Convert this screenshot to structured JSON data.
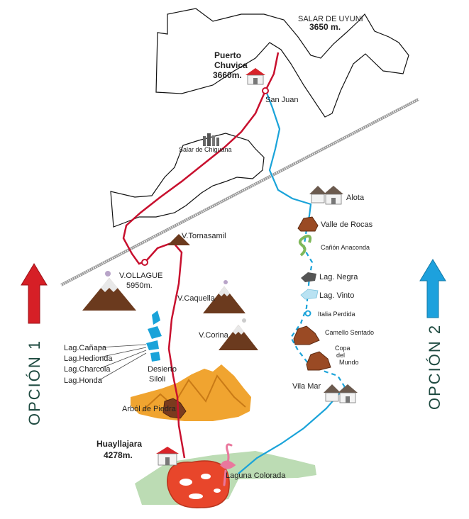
{
  "places": {
    "salar_uyuni": "SALAR DE UYUNI",
    "salar_uyuni_alt": "3650 m.",
    "puerto_chuvica_1": "Puerto",
    "puerto_chuvica_2": "Chuvica",
    "puerto_chuvica_alt": "3660m.",
    "san_juan": "San Juan",
    "salar_chiguana": "Salar de Chiguana",
    "alota": "Alota",
    "valle_rocas": "Valle de Rocas",
    "canon_anaconda": "Cañón Anaconda",
    "lag_negra": "Lag. Negra",
    "lag_vinto": "Lag. Vinto",
    "italia_perdida": "Italia Perdida",
    "camello_sentado": "Camello Sentado",
    "copa_1": "Copa",
    "copa_2": "del",
    "copa_3": "Mundo",
    "vila_mar": "Vila Mar",
    "v_tornasamil": "V.Tornasamil",
    "v_ollague": "V.OLLAGUE",
    "v_ollague_alt": "5950m.",
    "v_caquella": "V.Caquella",
    "v_corina": "V.Corina",
    "lag_canapa": "Lag.Cañapa",
    "lag_hedionda": "Lag.Hedionda",
    "lag_charcola": "Lag.Charcola",
    "lag_honda": "Lag.Honda",
    "desierto_1": "Desierto",
    "desierto_2": "Siloli",
    "arbol_piedra": "Arból de Piedra",
    "huayllajara": "Huayllajara",
    "huayllajara_alt": "4278m.",
    "laguna_colorada": "Laguna Colorada"
  },
  "options": {
    "opcion1": "OPCIÓN 1",
    "opcion2": "OPCIÓN 2"
  },
  "colors": {
    "route_red": "#c8102e",
    "route_blue": "#1aa3d9",
    "arrow_red": "#d61f26",
    "arrow_blue": "#1da1dd",
    "option_text": "#1e4a40",
    "laguna_colorada": "#e8462b",
    "ground_green": "#bcdcb4",
    "desert": "#f0a430"
  }
}
